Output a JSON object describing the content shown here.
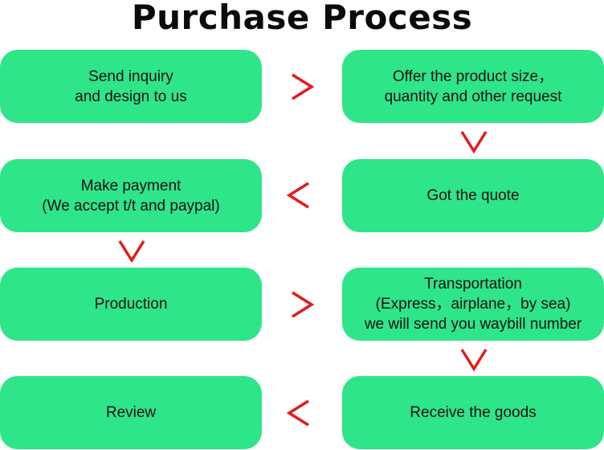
{
  "title": "Purchase Process",
  "colors": {
    "box_fill": "#2fe58a",
    "arrow": "#e11d1d",
    "text": "#111111",
    "title": "#0b0b0b"
  },
  "steps": {
    "send_inquiry": "Send inquiry\nand design to us",
    "offer_details": "Offer the product size，\nquantity and other request",
    "got_quote": "Got the quote",
    "make_payment": "Make payment\n(We accept t/t and paypal)",
    "production": "Production",
    "transportation": "Transportation\n(Express，airplane，by sea)\nwe will send you waybill number",
    "receive_goods": "Receive the goods",
    "review": "Review"
  },
  "arrows": [
    {
      "name": "arrow-right-1",
      "direction": "right",
      "glyph": ">"
    },
    {
      "name": "arrow-down-1",
      "direction": "down",
      "glyph": "v"
    },
    {
      "name": "arrow-left-1",
      "direction": "left",
      "glyph": "<"
    },
    {
      "name": "arrow-down-2",
      "direction": "down",
      "glyph": "v"
    },
    {
      "name": "arrow-right-2",
      "direction": "right",
      "glyph": ">"
    },
    {
      "name": "arrow-down-3",
      "direction": "down",
      "glyph": "v"
    },
    {
      "name": "arrow-left-2",
      "direction": "left",
      "glyph": "<"
    }
  ]
}
